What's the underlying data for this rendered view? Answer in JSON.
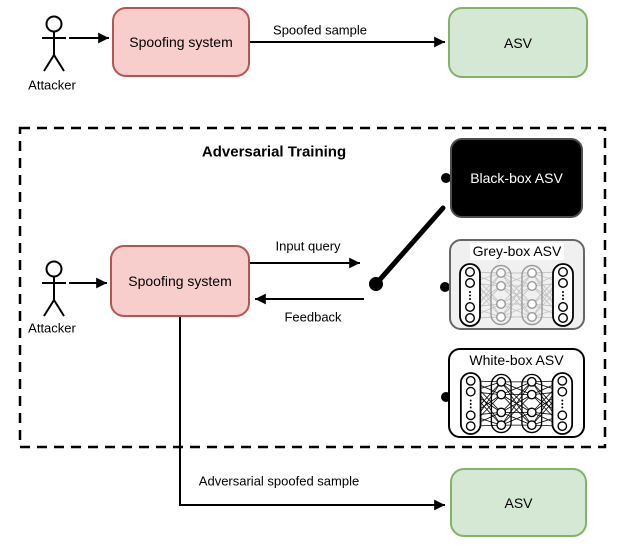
{
  "colors": {
    "spoofing_fill": "#f8cecc",
    "spoofing_stroke": "#b85450",
    "asv_fill": "#d5e8d4",
    "asv_stroke": "#82b366",
    "black_box_fill": "#000000",
    "grey_box_fill": "#f0f0f0",
    "grey_box_stroke": "#666666",
    "line_color": "#000000"
  },
  "top_flow": {
    "attacker_label": "Attacker",
    "spoofing_system_label": "Spoofing system",
    "arrow_label": "Spoofed sample",
    "asv_label": "ASV"
  },
  "adversarial_training": {
    "title": "Adversarial Training",
    "attacker_label": "Attacker",
    "spoofing_system_label": "Spoofing system",
    "input_query_label": "Input query",
    "feedback_label": "Feedback",
    "targets": {
      "black_box": "Black-box ASV",
      "grey_box": "Grey-box ASV",
      "white_box": "White-box ASV"
    }
  },
  "bottom_flow": {
    "arrow_label": "Adversarial spoofed sample",
    "asv_label": "ASV"
  }
}
